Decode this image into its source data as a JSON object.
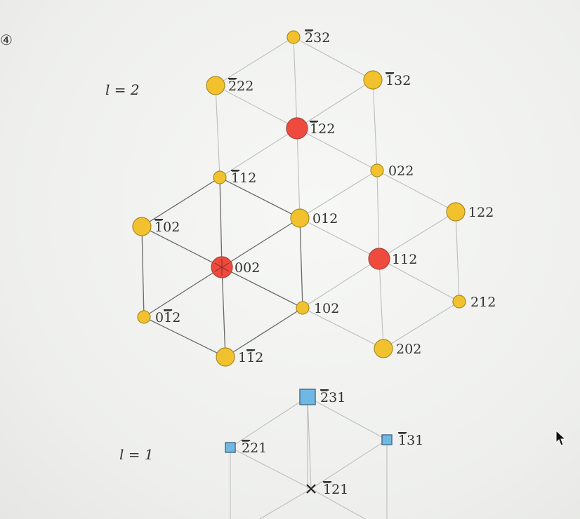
{
  "marker": "④",
  "layers": [
    {
      "label": "l = 2"
    },
    {
      "label": "l = 1"
    }
  ],
  "nodes": {
    "l2_232": {
      "h": "2",
      "k": "3",
      "l": "2",
      "bar": "h",
      "type": "yellow",
      "size": "small"
    },
    "l2_222": {
      "h": "2",
      "k": "2",
      "l": "2",
      "bar": "h",
      "type": "yellow",
      "size": "large"
    },
    "l2_132": {
      "h": "1",
      "k": "3",
      "l": "2",
      "bar": "h",
      "type": "yellow",
      "size": "large"
    },
    "l2_122bar": {
      "h": "1",
      "k": "2",
      "l": "2",
      "bar": "h",
      "type": "red",
      "size": "large"
    },
    "l2_112bar": {
      "h": "1",
      "k": "1",
      "l": "2",
      "bar": "h",
      "type": "yellow",
      "size": "small"
    },
    "l2_022": {
      "h": "0",
      "k": "2",
      "l": "2",
      "bar": "",
      "type": "yellow",
      "size": "small"
    },
    "l2_102bar": {
      "h": "1",
      "k": "0",
      "l": "2",
      "bar": "h",
      "type": "yellow",
      "size": "large"
    },
    "l2_012": {
      "h": "0",
      "k": "1",
      "l": "2",
      "bar": "",
      "type": "yellow",
      "size": "large"
    },
    "l2_122": {
      "h": "1",
      "k": "2",
      "l": "2",
      "bar": "",
      "type": "yellow",
      "size": "large"
    },
    "l2_002": {
      "h": "0",
      "k": "0",
      "l": "2",
      "bar": "",
      "type": "red-origin",
      "size": "large"
    },
    "l2_112": {
      "h": "1",
      "k": "1",
      "l": "2",
      "bar": "",
      "type": "red",
      "size": "large"
    },
    "l2_012bar": {
      "h": "0",
      "k": "1",
      "l": "2",
      "bar": "k",
      "type": "yellow",
      "size": "small"
    },
    "l2_102": {
      "h": "1",
      "k": "0",
      "l": "2",
      "bar": "",
      "type": "yellow",
      "size": "small"
    },
    "l2_212": {
      "h": "2",
      "k": "1",
      "l": "2",
      "bar": "",
      "type": "yellow",
      "size": "small"
    },
    "l2_112kbar": {
      "h": "1",
      "k": "1",
      "l": "2",
      "bar": "k",
      "type": "yellow",
      "size": "large"
    },
    "l2_202": {
      "h": "2",
      "k": "0",
      "l": "2",
      "bar": "",
      "type": "yellow",
      "size": "large"
    },
    "l1_231": {
      "h": "2",
      "k": "3",
      "l": "1",
      "bar": "h",
      "type": "blue",
      "size": "large"
    },
    "l1_221": {
      "h": "2",
      "k": "2",
      "l": "1",
      "bar": "h",
      "type": "blue",
      "size": "small"
    },
    "l1_131": {
      "h": "1",
      "k": "3",
      "l": "1",
      "bar": "h",
      "type": "blue",
      "size": "small"
    },
    "l1_121": {
      "h": "1",
      "k": "2",
      "l": "1",
      "bar": "h",
      "type": "cross",
      "size": "small"
    }
  },
  "colors": {
    "yellow": "#f2c22e",
    "yellow_stroke": "#a98a22",
    "red": "#ee4a3e",
    "red_stroke": "#a8443a",
    "blue": "#6fb8e4",
    "blue_stroke": "#4a6f8c",
    "cross": "#222222"
  },
  "icons": {
    "cursor": "mouse-pointer-icon"
  }
}
